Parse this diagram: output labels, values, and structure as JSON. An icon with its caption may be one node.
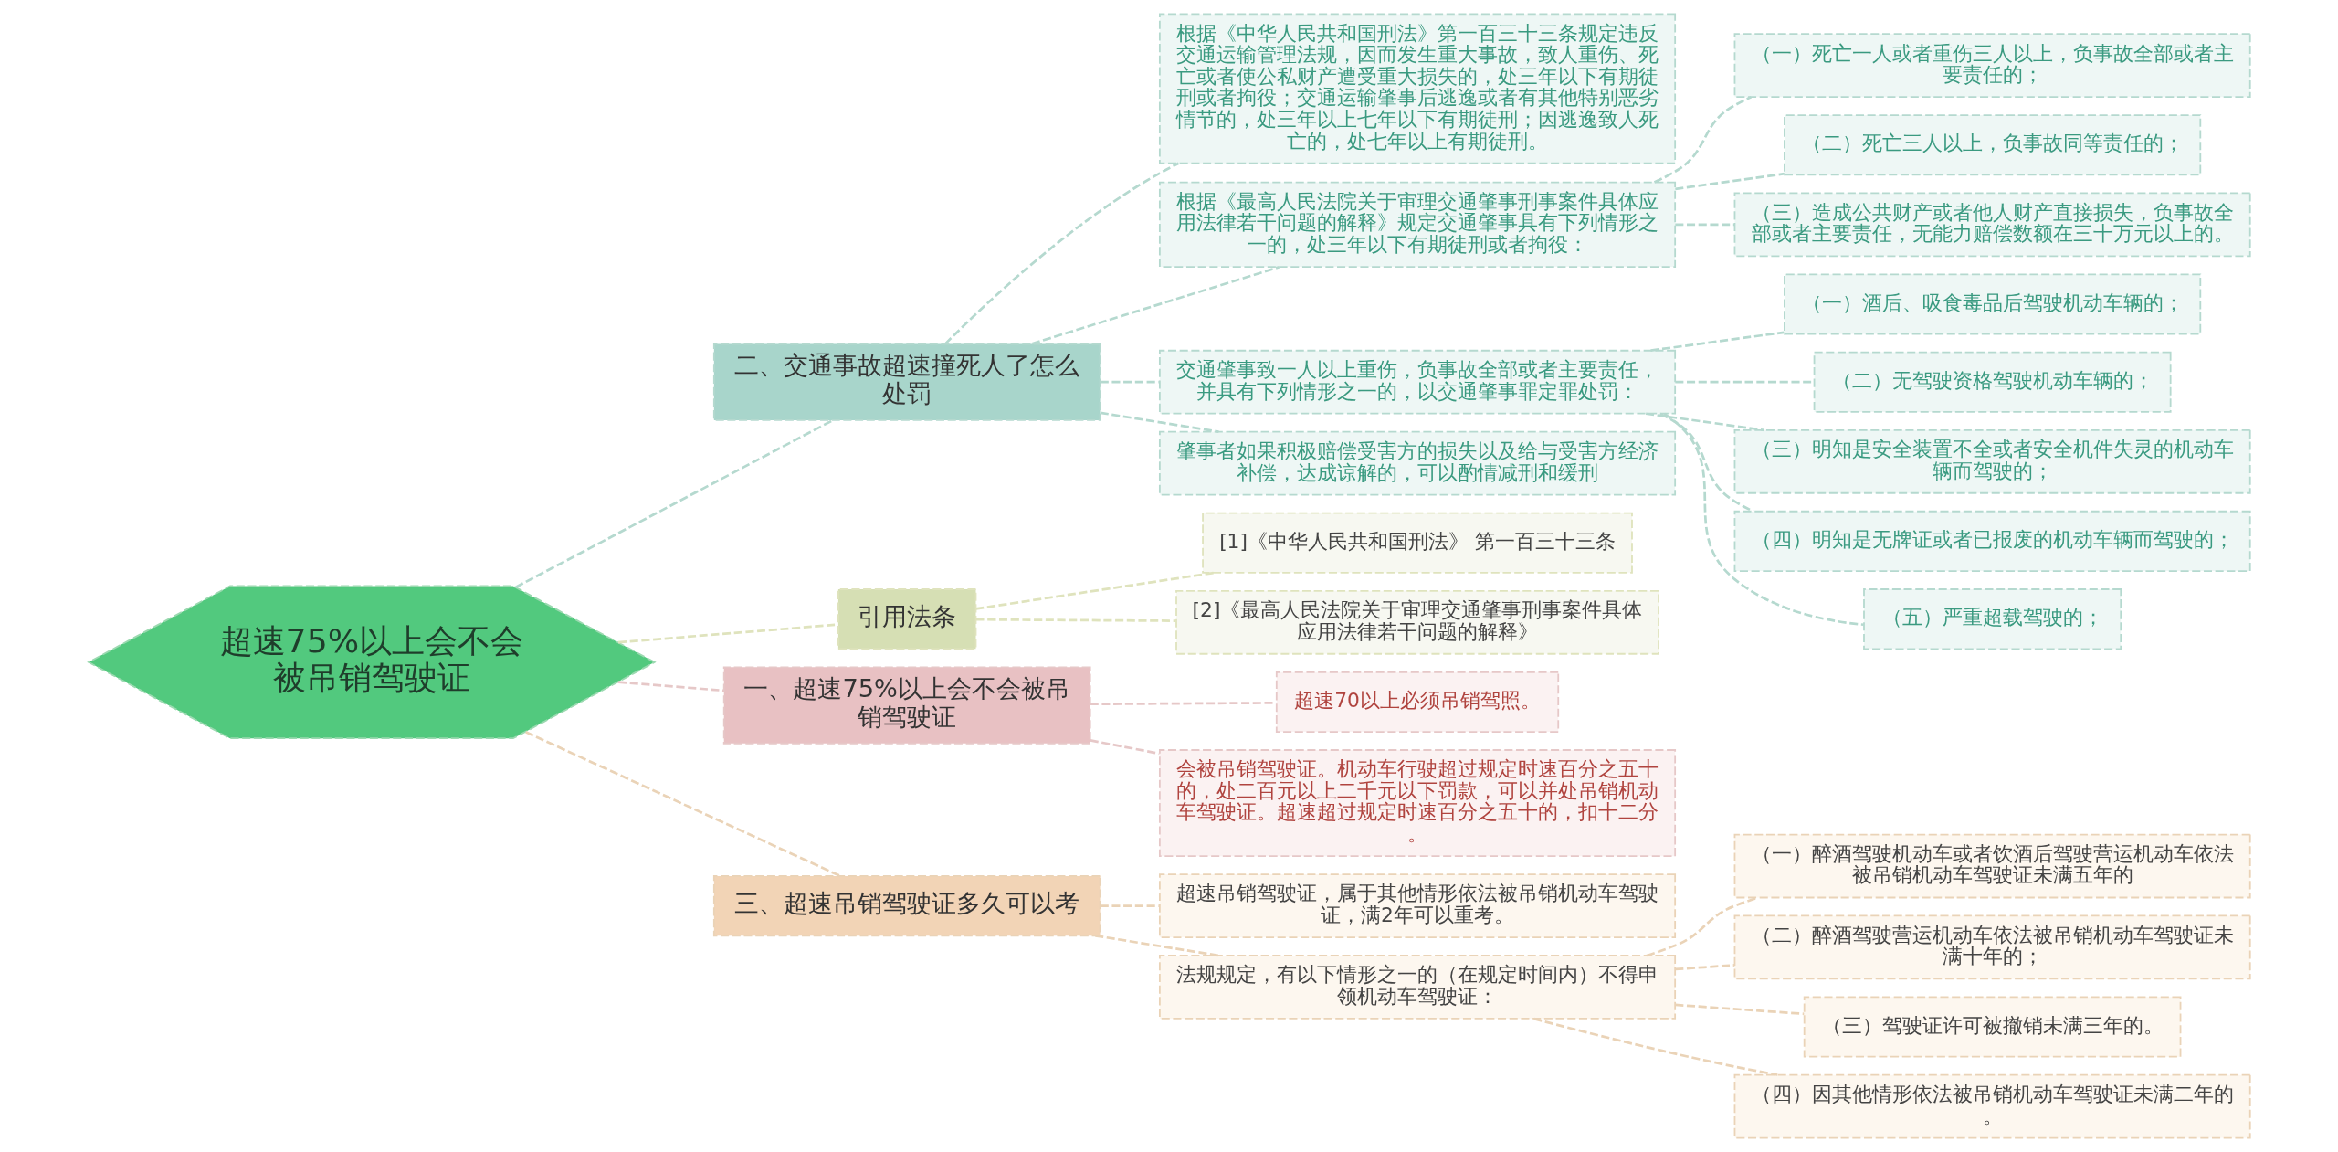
{
  "diagram": {
    "nodes": [
      {
        "text": [
          "超速75%以上会不会被吊销驾驶证"
        ]
      },
      {
        "text": [
          "二、交通事故超速撞死人了怎么处罚"
        ]
      },
      {
        "text": [
          "根据《中华人民共和国刑法》第一百三十三条规定违反交通运输管理法规，因而发生重大事故，致人重伤、死亡或者使公私财产遭受重大损失的，处三年以下有期徒刑或者拘役；交通运输肇事后逃逸或者有其他特别恶劣情节的，处三年以上七年以下有期徒刑；因逃逸致人死亡的，处七年以上有期徒刑。"
        ]
      },
      {
        "text": [
          "根据《最高人民法院关于审理交通肇事刑事案件具体应用法律若干问题的解释》规定交通肇事具有下列情形之一的，处三年以下有期徒刑或者拘役："
        ]
      },
      {
        "text": [
          "（一）死亡一人或者重伤三人以上，负事故全部或者主要责任的；"
        ]
      },
      {
        "text": [
          "（二）死亡三人以上，负事故同等责任的；"
        ]
      },
      {
        "text": [
          "（三）造成公共财产或者他人财产直接损失，负事故全部或者主要责任，无能力赔偿数额在三十万元以上的。"
        ]
      },
      {
        "text": [
          "交通肇事致一人以上重伤，负事故全部或者主要责任，并具有下列情形之一的，以交通肇事罪定罪处罚："
        ]
      },
      {
        "text": [
          "（一）酒后、吸食毒品后驾驶机动车辆的；"
        ]
      },
      {
        "text": [
          "（二）无驾驶资格驾驶机动车辆的；"
        ]
      },
      {
        "text": [
          "（三）明知是安全装置不全或者安全机件失灵的机动车辆而驾驶的；"
        ]
      },
      {
        "text": [
          "（四）明知是无牌证或者已报废的机动车辆而驾驶的；"
        ]
      },
      {
        "text": [
          "（五）严重超载驾驶的；"
        ]
      },
      {
        "text": [
          "肇事者如果积极赔偿受害方的损失以及给与受害方经济补偿，达成谅解的，可以酌情减刑和缓刑"
        ]
      },
      {
        "text": [
          "引用法条"
        ]
      },
      {
        "text": [
          "[1]《中华人民共和国刑法》 第一百三十三条"
        ]
      },
      {
        "text": [
          "[2]《最高人民法院关于审理交通肇事刑事案件具体应用法律若干问题的解释》"
        ]
      },
      {
        "text": [
          "一、超速75%以上会不会被吊销驾驶证"
        ]
      },
      {
        "text": [
          "超速70以上必须吊销驾照。"
        ]
      },
      {
        "text": [
          "会被吊销驾驶证。机动车行驶超过规定时速百分之五十的，处二百元以上二千元以下罚款，可以并处吊销机动车驾驶证。超速超过规定时速百分之五十的，扣十二分。"
        ]
      },
      {
        "text": [
          "三、超速吊销驾驶证多久可以考"
        ]
      },
      {
        "text": [
          "超速吊销驾驶证，属于其他情形依法被吊销机动车驾驶证，满2年可以重考。"
        ]
      },
      {
        "text": [
          "法规规定，有以下情形之一的（在规定时间内）不得申领机动车驾驶证："
        ]
      },
      {
        "text": [
          "（一）醉酒驾驶机动车或者饮酒后驾驶营运机动车依法被吊销机动车驾驶证未满五年的"
        ]
      },
      {
        "text": [
          "（二）醉酒驾驶营运机动车依法被吊销机动车驾驶证未满十年的；"
        ]
      },
      {
        "text": [
          "（三）驾驶证许可被撤销未满三年的。"
        ]
      },
      {
        "text": [
          "（四）因其他情形依法被吊销机动车驾驶证未满二年的。"
        ]
      }
    ],
    "edges": [
      {
        "from": 0,
        "to": 1,
        "arrow": "none"
      },
      {
        "from": 1,
        "to": 2,
        "arrow": "none"
      },
      {
        "from": 1,
        "to": 3,
        "arrow": "none"
      },
      {
        "from": 3,
        "to": 4,
        "arrow": "none"
      },
      {
        "from": 3,
        "to": 5,
        "arrow": "none"
      },
      {
        "from": 3,
        "to": 6,
        "arrow": "none"
      },
      {
        "from": 1,
        "to": 7,
        "arrow": "none"
      },
      {
        "from": 7,
        "to": 8,
        "arrow": "none"
      },
      {
        "from": 7,
        "to": 9,
        "arrow": "none"
      },
      {
        "from": 7,
        "to": 10,
        "arrow": "none"
      },
      {
        "from": 7,
        "to": 11,
        "arrow": "none"
      },
      {
        "from": 7,
        "to": 12,
        "arrow": "none"
      },
      {
        "from": 1,
        "to": 13,
        "arrow": "none"
      },
      {
        "from": 0,
        "to": 14,
        "arrow": "none"
      },
      {
        "from": 14,
        "to": 15,
        "arrow": "none"
      },
      {
        "from": 14,
        "to": 16,
        "arrow": "none"
      },
      {
        "from": 0,
        "to": 17,
        "arrow": "none"
      },
      {
        "from": 17,
        "to": 18,
        "arrow": "none"
      },
      {
        "from": 17,
        "to": 19,
        "arrow": "none"
      },
      {
        "from": 0,
        "to": 20,
        "arrow": "none"
      },
      {
        "from": 20,
        "to": 21,
        "arrow": "none"
      },
      {
        "from": 20,
        "to": 22,
        "arrow": "none"
      },
      {
        "from": 22,
        "to": 23,
        "arrow": "none"
      },
      {
        "from": 22,
        "to": 24,
        "arrow": "none"
      },
      {
        "from": 22,
        "to": 25,
        "arrow": "none"
      },
      {
        "from": 22,
        "to": 26,
        "arrow": "none"
      }
    ]
  }
}
